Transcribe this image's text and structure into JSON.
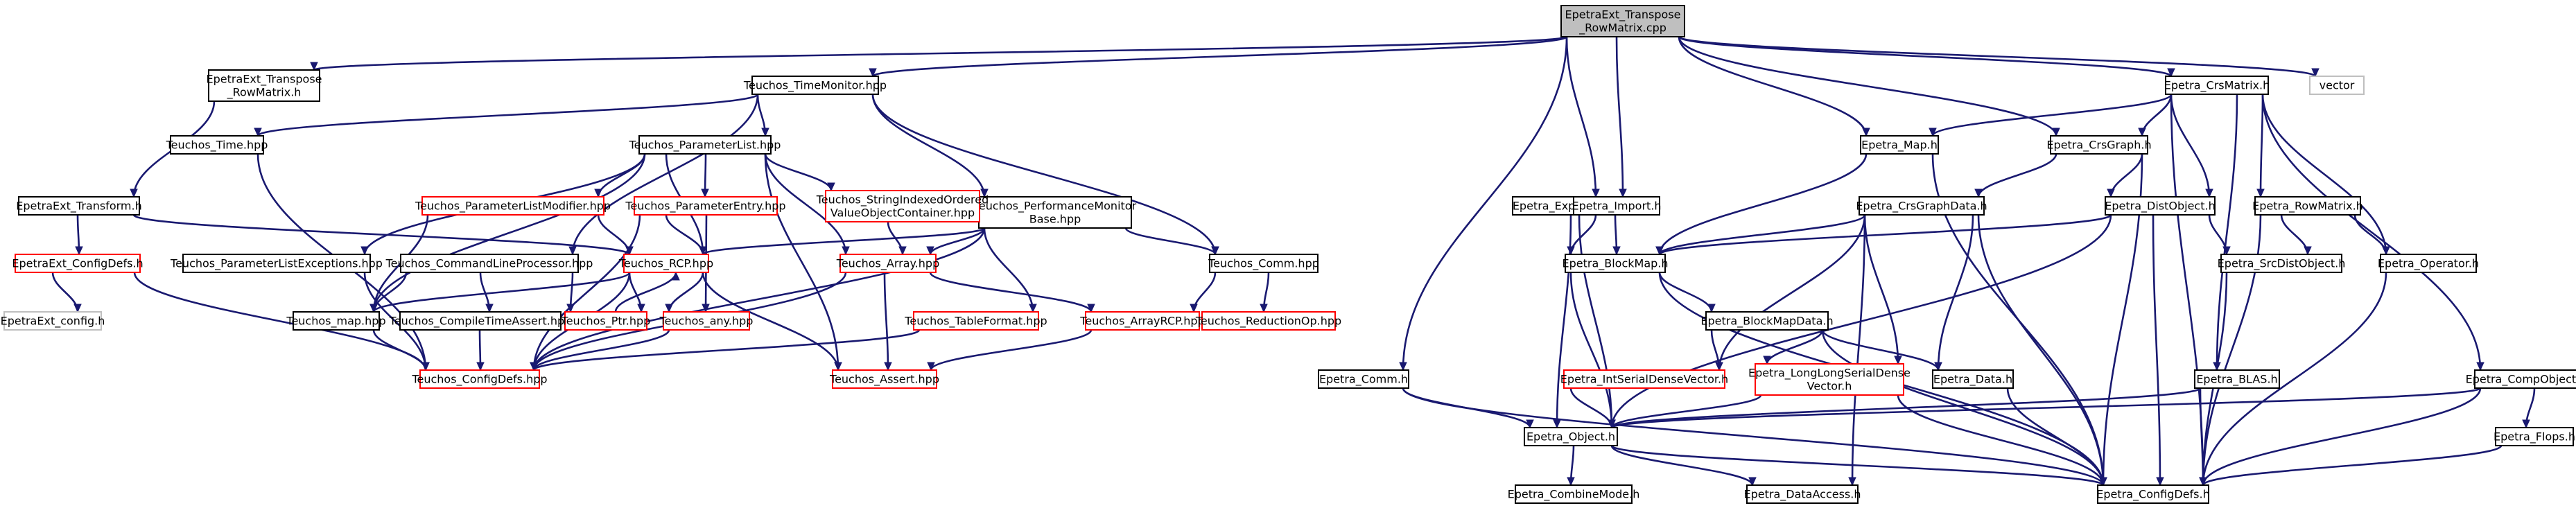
{
  "diagram": {
    "type": "include-dependency-graph",
    "colors": {
      "edge": "#191970",
      "border_normal": "#000000",
      "border_incomplete": "#ff0000",
      "border_external": "#bfbfbf",
      "root_fill": "#bfbfbf",
      "node_fill": "#ffffff"
    },
    "nodes": [
      {
        "id": "root",
        "lines": [
          "EpetraExt_Transpose",
          "_RowMatrix.cpp"
        ],
        "kind": "root"
      },
      {
        "id": "et_rowmatrix_h",
        "lines": [
          "EpetraExt_Transpose",
          "_RowMatrix.h"
        ],
        "kind": "normal"
      },
      {
        "id": "et_transform",
        "lines": [
          "EpetraExt_Transform.h"
        ],
        "kind": "normal"
      },
      {
        "id": "et_configdefs",
        "lines": [
          "EpetraExt_ConfigDefs.h"
        ],
        "kind": "incomplete"
      },
      {
        "id": "et_config",
        "lines": [
          "EpetraExt_config.h"
        ],
        "kind": "external"
      },
      {
        "id": "t_timemonitor",
        "lines": [
          "Teuchos_TimeMonitor.hpp"
        ],
        "kind": "normal"
      },
      {
        "id": "t_time",
        "lines": [
          "Teuchos_Time.hpp"
        ],
        "kind": "normal"
      },
      {
        "id": "t_paramlist",
        "lines": [
          "Teuchos_ParameterList.hpp"
        ],
        "kind": "normal"
      },
      {
        "id": "t_perfmon",
        "lines": [
          "Teuchos_PerformanceMonitor",
          "Base.hpp"
        ],
        "kind": "normal"
      },
      {
        "id": "t_plexc",
        "lines": [
          "Teuchos_ParameterListExceptions.hpp"
        ],
        "kind": "normal"
      },
      {
        "id": "t_cmdline",
        "lines": [
          "Teuchos_CommandLineProcessor.hpp"
        ],
        "kind": "normal"
      },
      {
        "id": "t_plmod",
        "lines": [
          "Teuchos_ParameterListModifier.hpp"
        ],
        "kind": "incomplete"
      },
      {
        "id": "t_pentry",
        "lines": [
          "Teuchos_ParameterEntry.hpp"
        ],
        "kind": "incomplete"
      },
      {
        "id": "t_strindexed",
        "lines": [
          "Teuchos_StringIndexedOrdered",
          "ValueObjectContainer.hpp"
        ],
        "kind": "incomplete"
      },
      {
        "id": "t_rcp",
        "lines": [
          "Teuchos_RCP.hpp"
        ],
        "kind": "incomplete"
      },
      {
        "id": "t_array",
        "lines": [
          "Teuchos_Array.hpp"
        ],
        "kind": "incomplete"
      },
      {
        "id": "t_comm",
        "lines": [
          "Teuchos_Comm.hpp"
        ],
        "kind": "normal"
      },
      {
        "id": "t_map",
        "lines": [
          "Teuchos_map.hpp"
        ],
        "kind": "normal"
      },
      {
        "id": "t_cta",
        "lines": [
          "Teuchos_CompileTimeAssert.hpp"
        ],
        "kind": "normal"
      },
      {
        "id": "t_ptr",
        "lines": [
          "Teuchos_Ptr.hpp"
        ],
        "kind": "incomplete"
      },
      {
        "id": "t_any",
        "lines": [
          "Teuchos_any.hpp"
        ],
        "kind": "incomplete"
      },
      {
        "id": "t_tableformat",
        "lines": [
          "Teuchos_TableFormat.hpp"
        ],
        "kind": "incomplete"
      },
      {
        "id": "t_arrayrcp",
        "lines": [
          "Teuchos_ArrayRCP.hpp"
        ],
        "kind": "incomplete"
      },
      {
        "id": "t_reduction",
        "lines": [
          "Teuchos_ReductionOp.hpp"
        ],
        "kind": "incomplete"
      },
      {
        "id": "t_configdefs",
        "lines": [
          "Teuchos_ConfigDefs.hpp"
        ],
        "kind": "incomplete"
      },
      {
        "id": "t_assert",
        "lines": [
          "Teuchos_Assert.hpp"
        ],
        "kind": "incomplete"
      },
      {
        "id": "e_comm",
        "lines": [
          "Epetra_Comm.h"
        ],
        "kind": "normal"
      },
      {
        "id": "e_export",
        "lines": [
          "Epetra_Export.h"
        ],
        "kind": "normal"
      },
      {
        "id": "e_import",
        "lines": [
          "Epetra_Import.h"
        ],
        "kind": "normal"
      },
      {
        "id": "e_map",
        "lines": [
          "Epetra_Map.h"
        ],
        "kind": "normal"
      },
      {
        "id": "e_crsgraph",
        "lines": [
          "Epetra_CrsGraph.h"
        ],
        "kind": "normal"
      },
      {
        "id": "e_crsmatrix",
        "lines": [
          "Epetra_CrsMatrix.h"
        ],
        "kind": "normal"
      },
      {
        "id": "vector",
        "lines": [
          "vector"
        ],
        "kind": "external"
      },
      {
        "id": "e_crsgraphdata",
        "lines": [
          "Epetra_CrsGraphData.h"
        ],
        "kind": "normal"
      },
      {
        "id": "e_blockmap",
        "lines": [
          "Epetra_BlockMap.h"
        ],
        "kind": "normal"
      },
      {
        "id": "e_distobject",
        "lines": [
          "Epetra_DistObject.h"
        ],
        "kind": "normal"
      },
      {
        "id": "e_rowmatrix",
        "lines": [
          "Epetra_RowMatrix.h"
        ],
        "kind": "normal"
      },
      {
        "id": "e_srcdist",
        "lines": [
          "Epetra_SrcDistObject.h"
        ],
        "kind": "normal"
      },
      {
        "id": "e_operator",
        "lines": [
          "Epetra_Operator.h"
        ],
        "kind": "normal"
      },
      {
        "id": "e_blockmapdata",
        "lines": [
          "Epetra_BlockMapData.h"
        ],
        "kind": "normal"
      },
      {
        "id": "e_intsdv",
        "lines": [
          "Epetra_IntSerialDenseVector.h"
        ],
        "kind": "incomplete"
      },
      {
        "id": "e_llsdv",
        "lines": [
          "Epetra_LongLongSerialDense",
          "Vector.h"
        ],
        "kind": "incomplete"
      },
      {
        "id": "e_data",
        "lines": [
          "Epetra_Data.h"
        ],
        "kind": "normal"
      },
      {
        "id": "e_blas",
        "lines": [
          "Epetra_BLAS.h"
        ],
        "kind": "normal"
      },
      {
        "id": "e_compobject",
        "lines": [
          "Epetra_CompObject.h"
        ],
        "kind": "normal"
      },
      {
        "id": "e_object",
        "lines": [
          "Epetra_Object.h"
        ],
        "kind": "normal"
      },
      {
        "id": "e_flops",
        "lines": [
          "Epetra_Flops.h"
        ],
        "kind": "normal"
      },
      {
        "id": "e_combinemode",
        "lines": [
          "Epetra_CombineMode.h"
        ],
        "kind": "normal"
      },
      {
        "id": "e_dataaccess",
        "lines": [
          "Epetra_DataAccess.h"
        ],
        "kind": "normal"
      },
      {
        "id": "e_configdefs",
        "lines": [
          "Epetra_ConfigDefs.h"
        ],
        "kind": "normal"
      }
    ],
    "edges": [
      [
        "root",
        "et_rowmatrix_h"
      ],
      [
        "root",
        "t_timemonitor"
      ],
      [
        "root",
        "e_comm"
      ],
      [
        "root",
        "e_export"
      ],
      [
        "root",
        "e_import"
      ],
      [
        "root",
        "e_map"
      ],
      [
        "root",
        "e_crsgraph"
      ],
      [
        "root",
        "e_crsmatrix"
      ],
      [
        "root",
        "vector"
      ],
      [
        "et_rowmatrix_h",
        "et_transform"
      ],
      [
        "et_transform",
        "et_configdefs"
      ],
      [
        "et_transform",
        "t_rcp"
      ],
      [
        "et_configdefs",
        "et_config"
      ],
      [
        "et_configdefs",
        "t_configdefs"
      ],
      [
        "t_timemonitor",
        "t_time"
      ],
      [
        "t_timemonitor",
        "t_paramlist"
      ],
      [
        "t_timemonitor",
        "t_perfmon"
      ],
      [
        "t_timemonitor",
        "t_cmdline"
      ],
      [
        "t_timemonitor",
        "t_comm"
      ],
      [
        "t_time",
        "t_configdefs"
      ],
      [
        "t_paramlist",
        "t_plexc"
      ],
      [
        "t_paramlist",
        "t_plmod"
      ],
      [
        "t_paramlist",
        "t_pentry"
      ],
      [
        "t_paramlist",
        "t_strindexed"
      ],
      [
        "t_paramlist",
        "t_rcp"
      ],
      [
        "t_paramlist",
        "t_array"
      ],
      [
        "t_paramlist",
        "t_map"
      ],
      [
        "t_paramlist",
        "t_assert"
      ],
      [
        "t_plexc",
        "t_configdefs"
      ],
      [
        "t_plmod",
        "t_rcp"
      ],
      [
        "t_plmod",
        "t_map"
      ],
      [
        "t_pentry",
        "t_rcp"
      ],
      [
        "t_pentry",
        "t_any"
      ],
      [
        "t_pentry",
        "t_configdefs"
      ],
      [
        "t_strindexed",
        "t_array"
      ],
      [
        "t_perfmon",
        "t_rcp"
      ],
      [
        "t_perfmon",
        "t_array"
      ],
      [
        "t_perfmon",
        "t_comm"
      ],
      [
        "t_perfmon",
        "t_tableformat"
      ],
      [
        "t_perfmon",
        "t_configdefs"
      ],
      [
        "t_cmdline",
        "t_map"
      ],
      [
        "t_cmdline",
        "t_cta"
      ],
      [
        "t_cmdline",
        "t_ptr"
      ],
      [
        "t_rcp",
        "t_map"
      ],
      [
        "t_rcp",
        "t_ptr"
      ],
      [
        "t_rcp",
        "t_any"
      ],
      [
        "t_rcp",
        "t_configdefs"
      ],
      [
        "t_rcp",
        "t_assert"
      ],
      [
        "t_ptr",
        "t_rcp"
      ],
      [
        "t_map",
        "t_configdefs"
      ],
      [
        "t_cta",
        "t_configdefs"
      ],
      [
        "t_any",
        "t_configdefs"
      ],
      [
        "t_array",
        "t_arrayrcp"
      ],
      [
        "t_array",
        "t_assert"
      ],
      [
        "t_array",
        "t_configdefs"
      ],
      [
        "t_comm",
        "t_arrayrcp"
      ],
      [
        "t_comm",
        "t_reduction"
      ],
      [
        "t_arrayrcp",
        "t_assert"
      ],
      [
        "t_tableformat",
        "t_configdefs"
      ],
      [
        "e_comm",
        "e_object"
      ],
      [
        "e_comm",
        "e_configdefs"
      ],
      [
        "e_export",
        "e_object"
      ],
      [
        "e_export",
        "e_blockmap"
      ],
      [
        "e_import",
        "e_object"
      ],
      [
        "e_import",
        "e_blockmap"
      ],
      [
        "e_map",
        "e_blockmap"
      ],
      [
        "e_map",
        "e_configdefs"
      ],
      [
        "e_crsgraph",
        "e_crsgraphdata"
      ],
      [
        "e_crsgraph",
        "e_distobject"
      ],
      [
        "e_crsgraph",
        "e_configdefs"
      ],
      [
        "e_crsmatrix",
        "e_map"
      ],
      [
        "e_crsmatrix",
        "e_crsgraph"
      ],
      [
        "e_crsmatrix",
        "e_distobject"
      ],
      [
        "e_crsmatrix",
        "e_rowmatrix"
      ],
      [
        "e_crsmatrix",
        "e_operator"
      ],
      [
        "e_crsmatrix",
        "e_blas"
      ],
      [
        "e_crsmatrix",
        "e_compobject"
      ],
      [
        "e_crsmatrix",
        "e_configdefs"
      ],
      [
        "e_crsgraphdata",
        "e_blockmap"
      ],
      [
        "e_crsgraphdata",
        "e_intsdv"
      ],
      [
        "e_crsgraphdata",
        "e_llsdv"
      ],
      [
        "e_crsgraphdata",
        "e_data"
      ],
      [
        "e_crsgraphdata",
        "e_dataaccess"
      ],
      [
        "e_crsgraphdata",
        "e_configdefs"
      ],
      [
        "e_distobject",
        "e_blockmap"
      ],
      [
        "e_distobject",
        "e_srcdist"
      ],
      [
        "e_distobject",
        "e_object"
      ],
      [
        "e_distobject",
        "e_configdefs"
      ],
      [
        "e_rowmatrix",
        "e_srcdist"
      ],
      [
        "e_rowmatrix",
        "e_operator"
      ],
      [
        "e_rowmatrix",
        "e_configdefs"
      ],
      [
        "e_srcdist",
        "e_configdefs"
      ],
      [
        "e_operator",
        "e_configdefs"
      ],
      [
        "e_blockmap",
        "e_blockmapdata"
      ],
      [
        "e_blockmap",
        "e_object"
      ],
      [
        "e_blockmap",
        "e_configdefs"
      ],
      [
        "e_blockmapdata",
        "e_intsdv"
      ],
      [
        "e_blockmapdata",
        "e_llsdv"
      ],
      [
        "e_blockmapdata",
        "e_data"
      ],
      [
        "e_blockmapdata",
        "e_configdefs"
      ],
      [
        "e_intsdv",
        "e_object"
      ],
      [
        "e_llsdv",
        "e_object"
      ],
      [
        "e_llsdv",
        "e_configdefs"
      ],
      [
        "e_data",
        "e_configdefs"
      ],
      [
        "e_blas",
        "e_object"
      ],
      [
        "e_blas",
        "e_configdefs"
      ],
      [
        "e_compobject",
        "e_object"
      ],
      [
        "e_compobject",
        "e_flops"
      ],
      [
        "e_compobject",
        "e_configdefs"
      ],
      [
        "e_flops",
        "e_configdefs"
      ],
      [
        "e_object",
        "e_combinemode"
      ],
      [
        "e_object",
        "e_dataaccess"
      ],
      [
        "e_object",
        "e_configdefs"
      ]
    ]
  }
}
